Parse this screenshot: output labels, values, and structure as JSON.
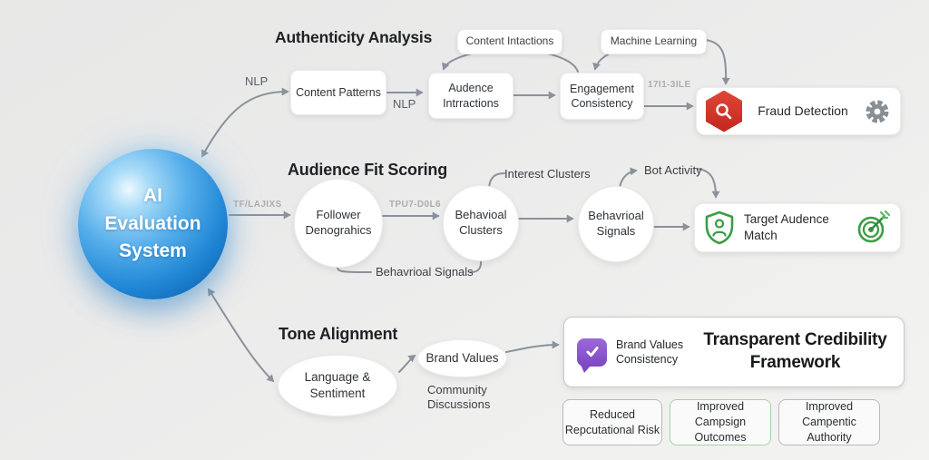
{
  "colors": {
    "arrow": "#8b929c",
    "fraud_red": "#d3372b",
    "green": "#3d9c47",
    "purple": "#8a52cc",
    "sphere_blue": "#1b7ecf"
  },
  "sphere": {
    "lines": [
      "AI",
      "Evaluation",
      "System"
    ]
  },
  "authenticity": {
    "heading": "Authenticity Analysis",
    "nlp1": "NLP",
    "nlp2": "NLP",
    "content_patterns": "Content Patterns",
    "audience_interactions": "Audence Intrractions",
    "content_interactions": "Content Intactions",
    "machine_learning": "Machine Learning",
    "engagement_consistency": "Engagement Consistency",
    "code_label": "17I1-3ILE",
    "fraud_detection": "Fraud Detection"
  },
  "audience_fit": {
    "heading": "Audience Fit Scoring",
    "code_label_1": "TF/LAJIXS",
    "follower_demographics": "Follower Denograhics",
    "code_label_2": "TPU7-D0L6",
    "behavioral_clusters": "Behavioal Clusters",
    "interest_clusters": "Interest Clusters",
    "behavioral_signals_circle": "Behavrioal Signals",
    "bot_activity": "Bot Activity",
    "behavioral_signals_label": "Behavrioal Signals",
    "target_audience_match": "Target Audence Match"
  },
  "tone": {
    "heading": "Tone Alignment",
    "language_sentiment": "Language & Sentiment",
    "brand_values": "Brand Values",
    "community_discussions": "Community Discussions",
    "brand_values_consistency": "Brand Values Consistency",
    "framework_title": "Transparent Credibility Framework"
  },
  "outcomes": {
    "box1": "Reduced Repcutational Risk",
    "box2": "Improved Campsign Outcomes",
    "box3": "Improved Campentic Authority"
  }
}
